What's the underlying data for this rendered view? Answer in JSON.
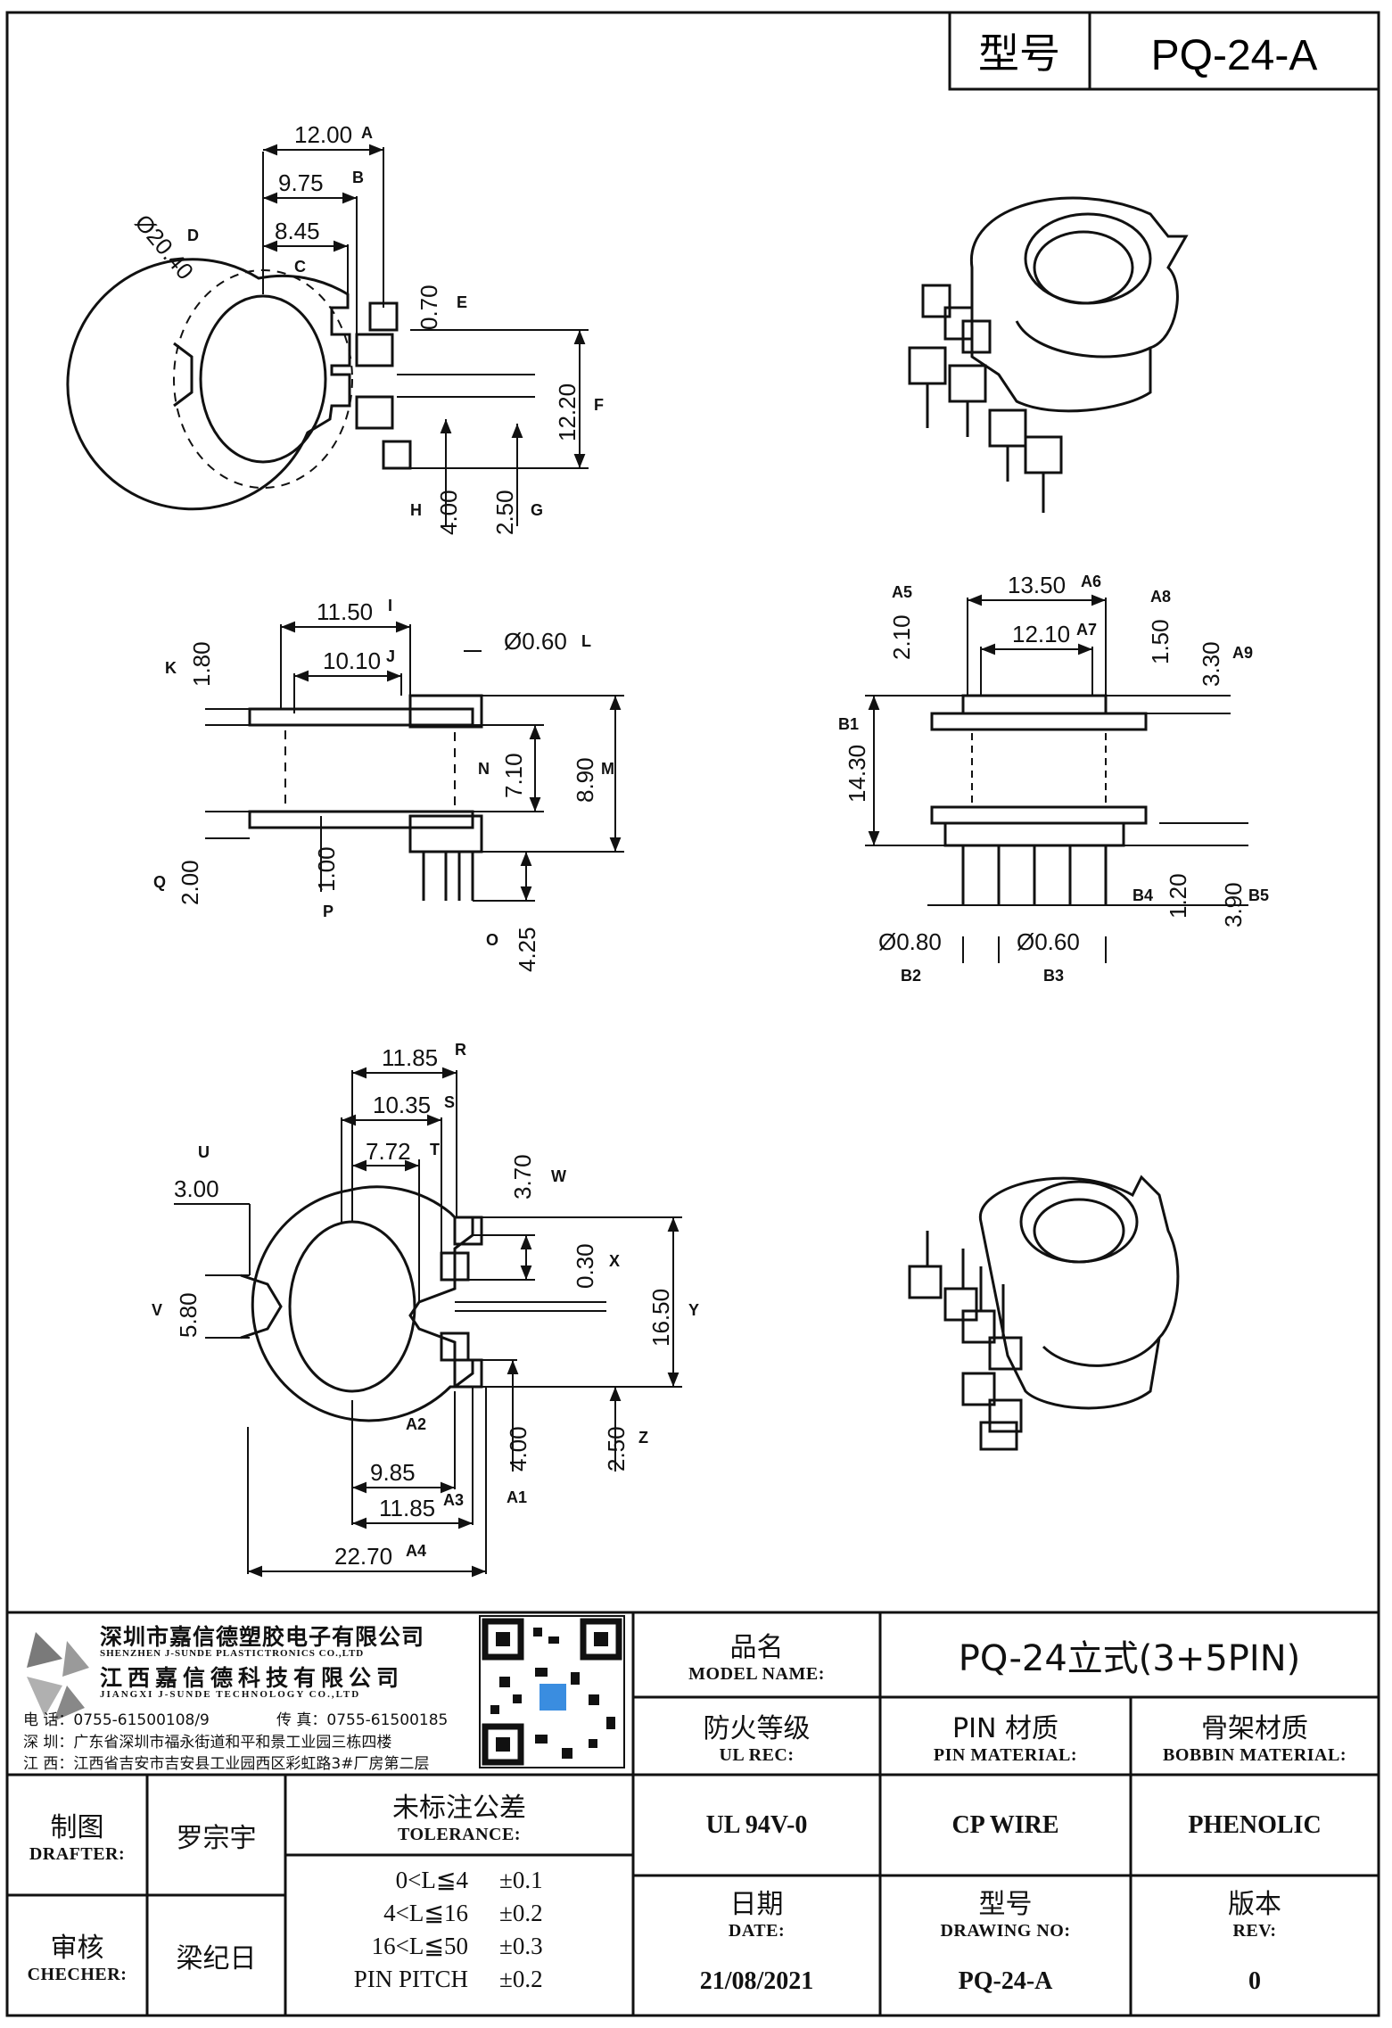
{
  "header": {
    "model_label": "型号",
    "model_value": "PQ-24-A"
  },
  "dims": {
    "top": [
      {
        "v": "12.00",
        "c": "A"
      },
      {
        "v": "9.75",
        "c": "B"
      },
      {
        "v": "8.45",
        "c": "C"
      },
      {
        "v": "Ø20.40",
        "c": "D"
      },
      {
        "v": "0.70",
        "c": "E"
      },
      {
        "v": "12.20",
        "c": "F"
      },
      {
        "v": "2.50",
        "c": "G"
      },
      {
        "v": "4.00",
        "c": "H"
      }
    ],
    "side": [
      {
        "v": "11.50",
        "c": "I"
      },
      {
        "v": "10.10",
        "c": "J"
      },
      {
        "v": "1.80",
        "c": "K"
      },
      {
        "v": "Ø0.60",
        "c": "L"
      },
      {
        "v": "8.90",
        "c": "M"
      },
      {
        "v": "7.10",
        "c": "N"
      },
      {
        "v": "4.25",
        "c": "O"
      },
      {
        "v": "1.00",
        "c": "P"
      },
      {
        "v": "2.00",
        "c": "Q"
      }
    ],
    "front": [
      {
        "v": "13.50",
        "c": "A6"
      },
      {
        "v": "12.10",
        "c": "A7"
      },
      {
        "v": "2.10",
        "c": "A5"
      },
      {
        "v": "1.50",
        "c": "A8"
      },
      {
        "v": "3.30",
        "c": "A9"
      },
      {
        "v": "14.30",
        "c": "B1"
      },
      {
        "v": "Ø0.80",
        "c": "B2"
      },
      {
        "v": "Ø0.60",
        "c": "B3"
      },
      {
        "v": "1.20",
        "c": "B4"
      },
      {
        "v": "3.90",
        "c": "B5"
      }
    ],
    "bottom": [
      {
        "v": "11.85",
        "c": "R"
      },
      {
        "v": "10.35",
        "c": "S"
      },
      {
        "v": "7.72",
        "c": "T"
      },
      {
        "v": "3.00",
        "c": "U"
      },
      {
        "v": "5.80",
        "c": "V"
      },
      {
        "v": "3.70",
        "c": "W"
      },
      {
        "v": "0.30",
        "c": "X"
      },
      {
        "v": "16.50",
        "c": "Y"
      },
      {
        "v": "2.50",
        "c": "Z"
      },
      {
        "v": "4.00",
        "c": "A1"
      },
      {
        "v": "9.85",
        "c": "A2"
      },
      {
        "v": "11.85",
        "c": "A3"
      },
      {
        "v": "22.70",
        "c": "A4"
      }
    ]
  },
  "company": {
    "name_sz": "深圳市嘉信德塑胶电子有限公司",
    "name_sz_en": "SHENZHEN J-SUNDE PLASTICTRONICS CO.,LTD",
    "name_jx": "江西嘉信德科技有限公司",
    "name_jx_en": "JIANGXI J-SUNDE TECHNOLOGY CO.,LTD",
    "tel": "电 话：0755-61500108/9",
    "fax": "传 真：0755-61500185",
    "addr_sz": "深 圳：广东省深圳市福永街道和平和景工业园三栋四楼",
    "addr_jx": "江 西：江西省吉安市吉安县工业园西区彩虹路3#厂房第二层"
  },
  "title_block": {
    "product_name_cn": "品名",
    "product_name_en": "MODEL NAME:",
    "product_name_value": "PQ-24立式(3+5PIN)",
    "ul_cn": "防火等级",
    "ul_en": "UL REC:",
    "ul_value": "UL 94V-0",
    "pin_cn": "PIN 材质",
    "pin_en": "PIN MATERIAL:",
    "pin_value": "CP WIRE",
    "bobbin_cn": "骨架材质",
    "bobbin_en": "BOBBIN MATERIAL:",
    "bobbin_value": "PHENOLIC",
    "drafter_cn": "制图",
    "drafter_en": "DRAFTER:",
    "drafter_value": "罗宗宇",
    "checker_cn": "审核",
    "checker_en": "CHECHER:",
    "checker_value": "梁纪日",
    "tolerance_cn": "未标注公差",
    "tolerance_en": "TOLERANCE:",
    "tolerances": [
      {
        "range": "0<L≦4",
        "tol": "±0.1"
      },
      {
        "range": "4<L≦16",
        "tol": "±0.2"
      },
      {
        "range": "16<L≦50",
        "tol": "±0.3"
      },
      {
        "range": "PIN PITCH",
        "tol": "±0.2"
      }
    ],
    "date_cn": "日期",
    "date_en": "DATE:",
    "date_value": "21/08/2021",
    "drawing_cn": "型号",
    "drawing_en": "DRAWING NO:",
    "drawing_value": "PQ-24-A",
    "rev_cn": "版本",
    "rev_en": "REV:",
    "rev_value": "0"
  }
}
